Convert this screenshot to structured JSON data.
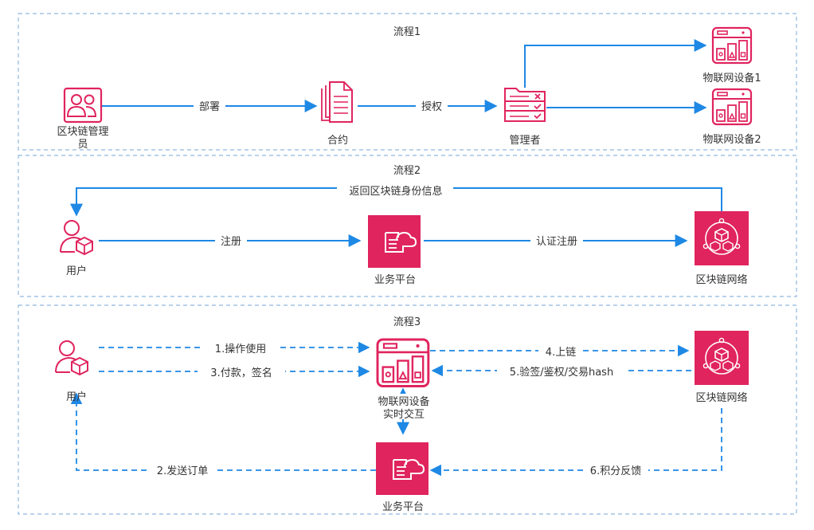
{
  "colors": {
    "accent": "#E0245E",
    "arrow": "#1E88E5",
    "border": "#8FB8E0",
    "text": "#333333"
  },
  "flow1": {
    "title": "流程1",
    "admin_label_line1": "区块链管理",
    "admin_label_line2": "员",
    "contract_label": "合约",
    "manager_label": "管理者",
    "device1_label": "物联网设备1",
    "device2_label": "物联网设备2",
    "edge_deploy": "部署",
    "edge_authorize": "授权"
  },
  "flow2": {
    "title": "流程2",
    "user_label": "用户",
    "platform_label": "业务平台",
    "chain_label": "区块链网络",
    "edge_register": "注册",
    "edge_verify_register": "认证注册",
    "edge_return_identity": "返回区块链身份信息"
  },
  "flow3": {
    "title": "流程3",
    "user_label": "用户",
    "device_label_line1": "物联网设备",
    "device_label_line2": "实时交互",
    "chain_label": "区块链网络",
    "platform_label": "业务平台",
    "edge_1": "1.操作使用",
    "edge_2": "2.发送订单",
    "edge_3": "3.付款，签名",
    "edge_4": "4.上链",
    "edge_5": "5.验签/鉴权/交易hash",
    "edge_6": "6.积分反馈"
  }
}
